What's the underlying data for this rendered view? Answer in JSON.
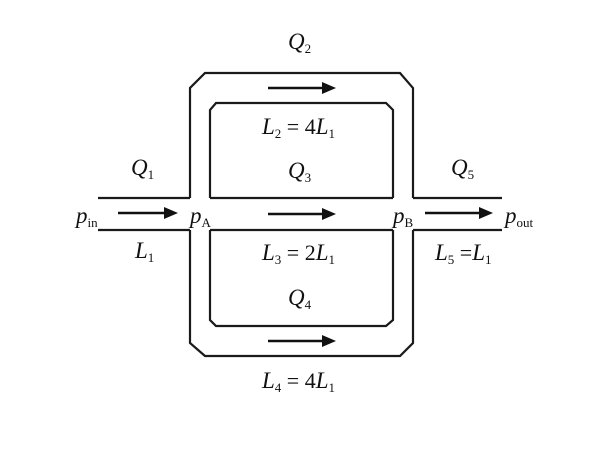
{
  "pressures": {
    "inlet": {
      "symbol": "p",
      "sub": "in"
    },
    "node_a": {
      "symbol": "p",
      "sub": "A"
    },
    "node_b": {
      "symbol": "p",
      "sub": "B"
    },
    "outlet": {
      "symbol": "p",
      "sub": "out"
    }
  },
  "flows": {
    "q1": {
      "symbol": "Q",
      "sub": "1"
    },
    "q2": {
      "symbol": "Q",
      "sub": "2"
    },
    "q3": {
      "symbol": "Q",
      "sub": "3"
    },
    "q4": {
      "symbol": "Q",
      "sub": "4"
    },
    "q5": {
      "symbol": "Q",
      "sub": "5"
    }
  },
  "lengths": {
    "l1": {
      "symbol": "L",
      "sub": "1"
    },
    "l2": {
      "symbol": "L",
      "sub": "2",
      "eq": " = 4",
      "ref": "L",
      "ref_sub": "1"
    },
    "l3": {
      "symbol": "L",
      "sub": "3",
      "eq": " = 2",
      "ref": "L",
      "ref_sub": "1"
    },
    "l4": {
      "symbol": "L",
      "sub": "4",
      "eq": " = 4",
      "ref": "L",
      "ref_sub": "1"
    },
    "l5": {
      "symbol": "L",
      "sub": "5",
      "eq": " =",
      "ref": "L",
      "ref_sub": "1"
    }
  }
}
